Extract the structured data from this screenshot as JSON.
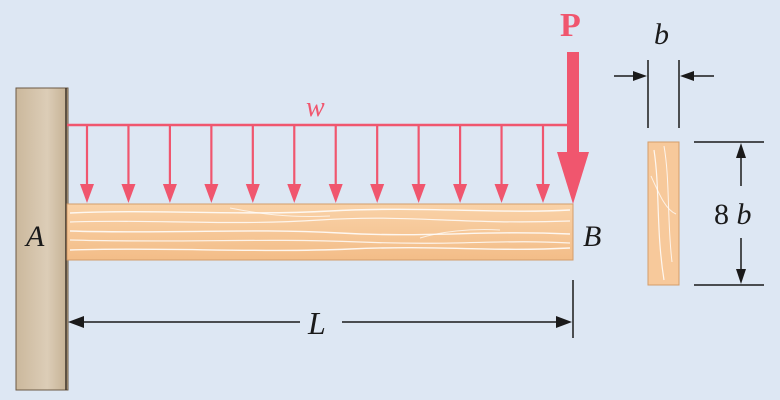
{
  "labels": {
    "support": "A",
    "free_end": "B",
    "length": "L",
    "distributed_load": "w",
    "point_load": "P",
    "section_width": "b",
    "section_height": "8 b"
  },
  "colors": {
    "background": "#dde7f3",
    "load": "#f0566e",
    "wall": "#d7c7b0",
    "wood": "#f7c99b",
    "wood_grain": "#ffffff",
    "line": "#1a1a1a"
  },
  "distributed_load_arrow_count": 12
}
